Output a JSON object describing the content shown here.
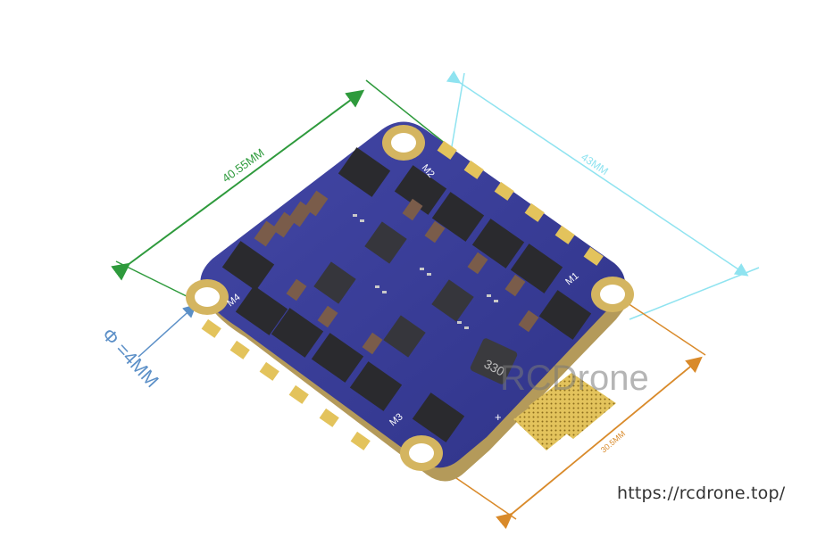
{
  "image": {
    "subject": "ESC board product photo with dimensions",
    "dimensions": {
      "diagonal_top": "40.55MM",
      "width_right": "43MM",
      "hole_spacing": "30.5MM",
      "hole_diameter": "Φ =4MM"
    },
    "board_labels": {
      "m1": "M1",
      "m2": "M2",
      "m3": "M3",
      "m4": "M4",
      "plus": "+",
      "inductor": "330"
    },
    "watermark": "RCDrone",
    "url": "https://rcdrone.top/"
  },
  "colors": {
    "green_dim": "#2e9a3c",
    "cyan_dim": "#8fe3f0",
    "orange_dim": "#d98a2a",
    "blue_dim": "#5b8fc7",
    "board": "#3b3f9a",
    "pad": "#e0c15a",
    "chip": "#2a2a2e"
  }
}
